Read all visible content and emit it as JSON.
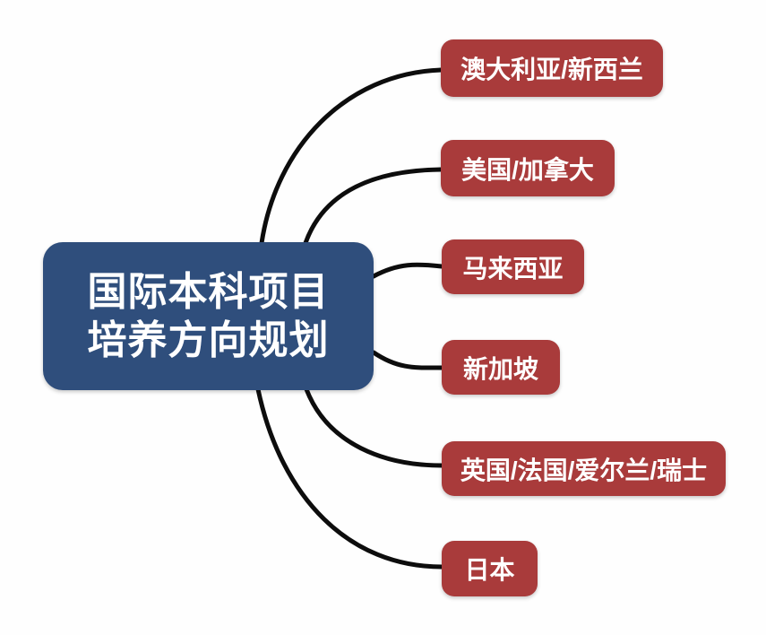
{
  "diagram": {
    "center": {
      "label_line1": "国际本科项目",
      "label_line2": "培养方向规划"
    },
    "branches": [
      {
        "label": "澳大利亚/新西兰"
      },
      {
        "label": "美国/加拿大"
      },
      {
        "label": "马来西亚"
      },
      {
        "label": "新加坡"
      },
      {
        "label": "英国/法国/爱尔兰/瑞士"
      },
      {
        "label": "日本"
      }
    ]
  },
  "colors": {
    "background": "#fefefe",
    "center_node": "#2f4e7c",
    "branch_node": "#a93b3b",
    "connector": "#0d0d0d",
    "text": "#ffffff"
  }
}
